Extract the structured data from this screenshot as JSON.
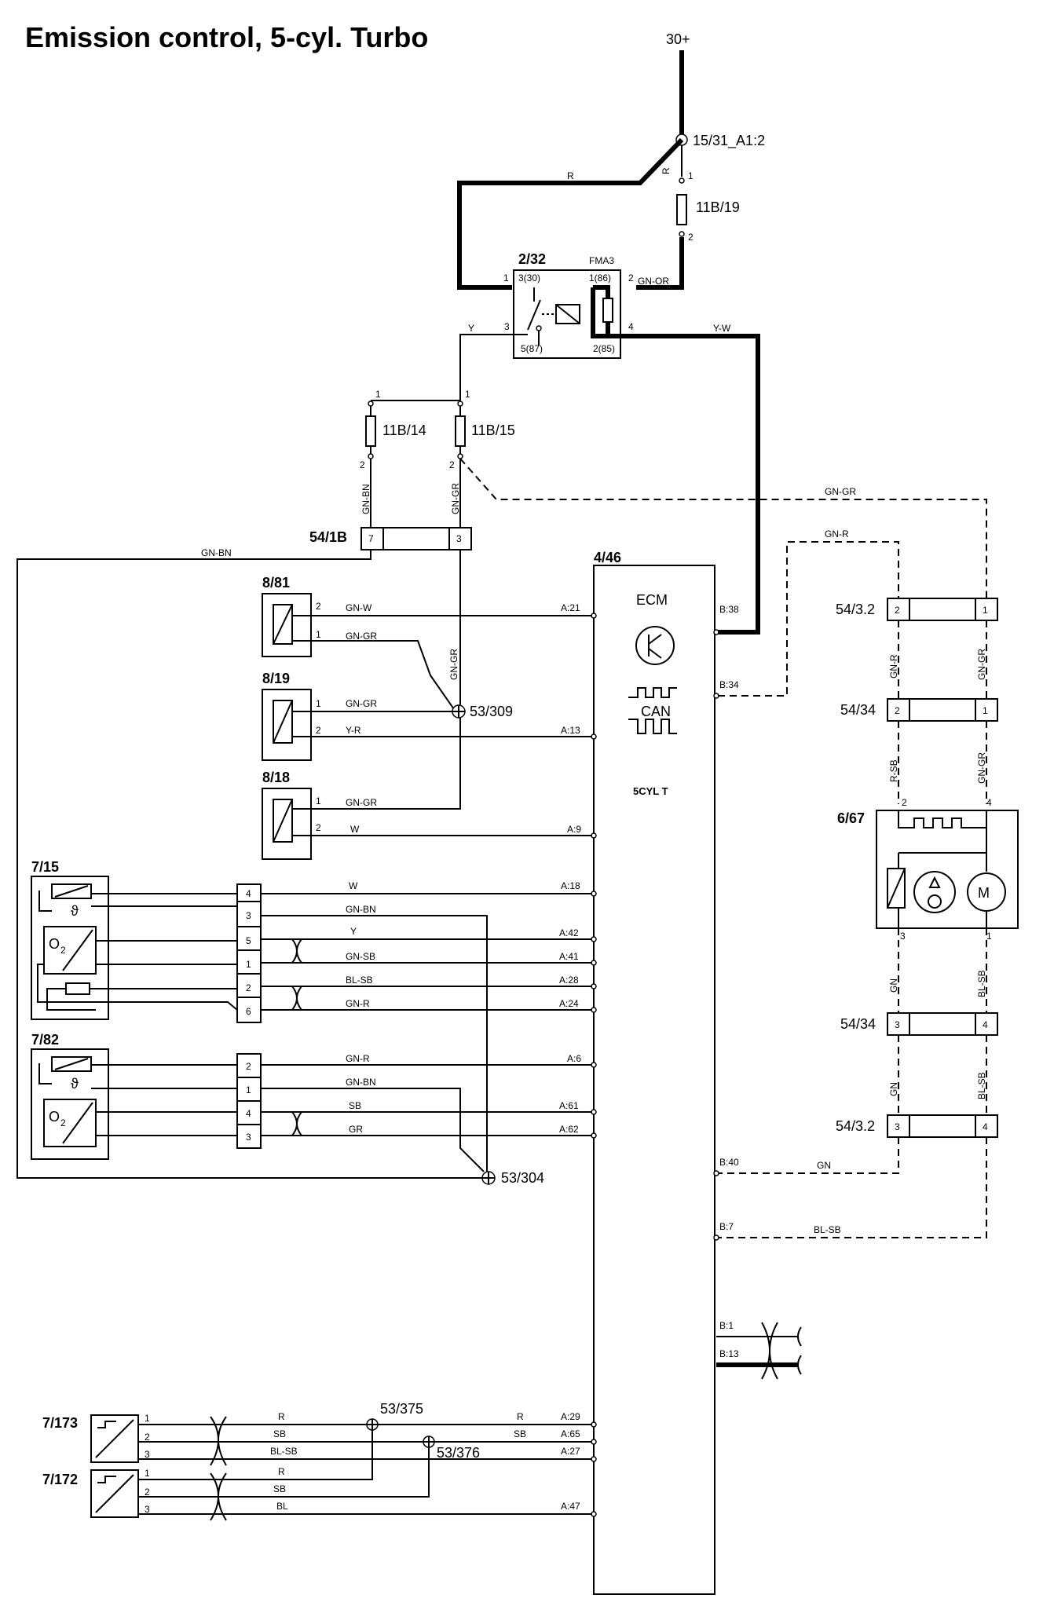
{
  "title": "Emission control, 5-cyl. Turbo",
  "power": "30+",
  "components": {
    "ground_point": "15/31_A1:2",
    "fuse_11b19": "11B/19",
    "relay": "2/32",
    "relay_type": "FMA3",
    "fuse_11b14": "11B/14",
    "fuse_11b15": "11B/15",
    "connector_54_1b": "54/1B",
    "ecm_id": "4/46",
    "ecm_name": "ECM",
    "ecm_can": "CAN",
    "ecm_variant": "5CYL T",
    "sensor_8_81": "8/81",
    "sensor_8_19": "8/19",
    "sensor_8_18": "8/18",
    "splice_53_309": "53/309",
    "sensor_7_15": "7/15",
    "sensor_7_82": "7/82",
    "splice_53_304": "53/304",
    "connector_54_3_2a": "54/3.2",
    "connector_54_34a": "54/34",
    "throttle_6_67": "6/67",
    "connector_54_34b": "54/34",
    "connector_54_3_2b": "54/3.2",
    "sensor_7_173": "7/173",
    "sensor_7_172": "7/172",
    "splice_53_375": "53/375",
    "splice_53_376": "53/376"
  },
  "relay_pins": {
    "p1": "1",
    "p30": "3(30)",
    "p86": "1(86)",
    "p2": "2",
    "p3": "3",
    "p87": "5(87)",
    "p85": "2(85)",
    "p4": "4"
  },
  "wires": {
    "R": "R",
    "GN_OR": "GN-OR",
    "Y": "Y",
    "Y_W": "Y-W",
    "GN_BN": "GN-BN",
    "GN_GR": "GN-GR",
    "GN_R": "GN-R",
    "GN_W": "GN-W",
    "Y_R": "Y-R",
    "W": "W",
    "GN_SB": "GN-SB",
    "BL_SB": "BL-SB",
    "SB": "SB",
    "GR": "GR",
    "R_SB": "R-SB",
    "GN": "GN",
    "BL": "BL"
  },
  "ecm_pins": {
    "A21": "A:21",
    "A13": "A:13",
    "A9": "A:9",
    "A18": "A:18",
    "A42": "A:42",
    "A41": "A:41",
    "A28": "A:28",
    "A24": "A:24",
    "A6": "A:6",
    "A61": "A:61",
    "A62": "A:62",
    "A29": "A:29",
    "A65": "A:65",
    "A27": "A:27",
    "A47": "A:47",
    "B38": "B:38",
    "B34": "B:34",
    "B40": "B:40",
    "B7": "B:7",
    "B1": "B:1",
    "B13": "B:13"
  },
  "pins": {
    "n1": "1",
    "n2": "2",
    "n3": "3",
    "n4": "4",
    "n5": "5",
    "n6": "6",
    "n7": "7"
  },
  "symbols": {
    "theta": "ϑ",
    "o2": "O",
    "o2_sub": "2",
    "motor": "M"
  }
}
